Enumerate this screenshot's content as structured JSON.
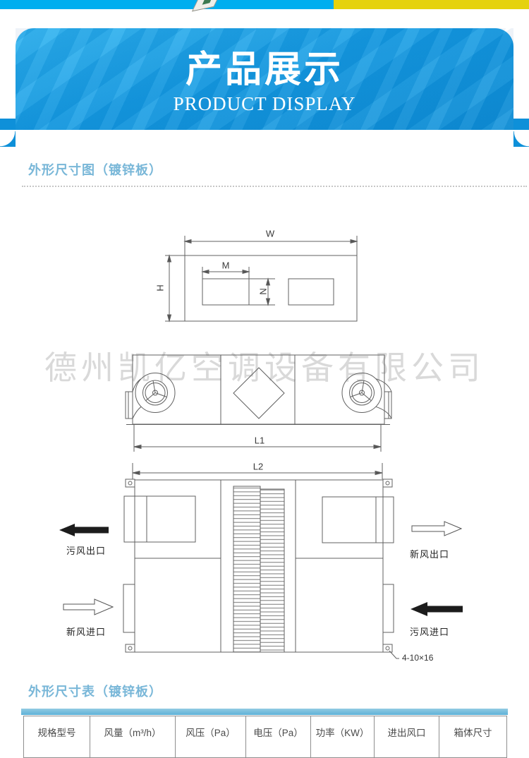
{
  "top_bar": {
    "left_color": "#00aeef",
    "right_color": "#e5d20d",
    "icon": "3d-package-box"
  },
  "banner": {
    "title": "产品展示",
    "subtitle": "PRODUCT DISPLAY",
    "bg_color": "#149ce4"
  },
  "section_diagram": {
    "title": "外形尺寸图（镀锌板）",
    "accent_color": "#79b7d8"
  },
  "section_table": {
    "title": "外形尺寸表（镀锌板）",
    "accent_color": "#79b7d8"
  },
  "watermark": "德州凯亿空调设备有限公司",
  "diagram": {
    "dim_labels": {
      "w": "W",
      "h": "H",
      "m": "M",
      "n": "N",
      "l1": "L1",
      "l2": "L2"
    },
    "port_labels": {
      "dirty_air_outlet": "污风出口",
      "fresh_air_outlet": "新风出口",
      "fresh_air_inlet": "新风进口",
      "dirty_air_inlet": "污风进口"
    },
    "mounting_note": "4-10×16"
  },
  "table": {
    "headers": [
      "规格型号",
      "风量（m³/h）",
      "风压（Pa）",
      "电压（Pa）",
      "功率（KW）",
      "进出风口",
      "箱体尺寸"
    ]
  }
}
